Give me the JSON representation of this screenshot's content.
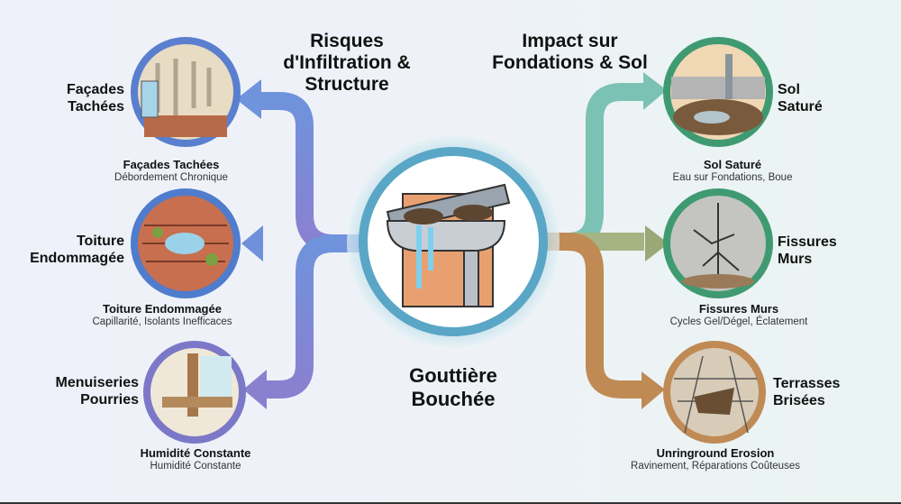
{
  "headers": {
    "left": "Risques d'Infiltration & Structure",
    "right": "Impact sur Fondations & Sol"
  },
  "center": {
    "title_line1": "Gouttière",
    "title_line2": "Bouchée"
  },
  "left_items": [
    {
      "label_line1": "Façades",
      "label_line2": "Tachées",
      "caption_title": "Façades Tachées",
      "caption_sub": "Débordement Chronique"
    },
    {
      "label_line1": "Toiture",
      "label_line2": "Endommagée",
      "caption_title": "Toiture Endommagée",
      "caption_sub": "Capillarité, Isolants Inefficaces"
    },
    {
      "label_line1": "Menuiseries",
      "label_line2": "Pourries",
      "caption_title": "Humidité Constante",
      "caption_sub": "Humidité Constante"
    }
  ],
  "right_items": [
    {
      "label_line1": "Sol",
      "label_line2": "Saturé",
      "caption_title": "Sol Saturé",
      "caption_sub": "Eau sur Fondations, Boue"
    },
    {
      "label_line1": "Fissures",
      "label_line2": "Murs",
      "caption_title": "Fissures Murs",
      "caption_sub": "Cycles Gel/Dégel, Éclatement"
    },
    {
      "label_line1": "Terrasses",
      "label_line2": "Brisées",
      "caption_title": "Unringround Erosion",
      "caption_sub": "Ravinement, Réparations Coûteuses"
    }
  ],
  "colors": {
    "blue": "#6f8fd8",
    "purple": "#7f7fcf",
    "teal": "#7cc2b4",
    "olive": "#9aa877",
    "orange": "#c08a55",
    "green_ring": "#3f9a72"
  }
}
